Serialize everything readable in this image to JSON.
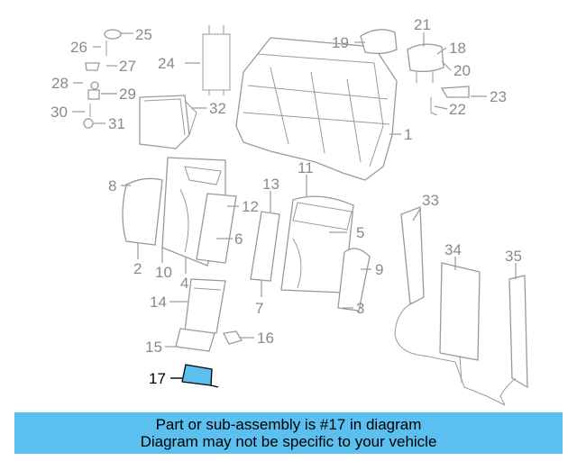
{
  "diagram": {
    "callouts": [
      {
        "id": "1",
        "label": "1"
      },
      {
        "id": "2",
        "label": "2"
      },
      {
        "id": "3",
        "label": "3"
      },
      {
        "id": "4",
        "label": "4"
      },
      {
        "id": "5",
        "label": "5"
      },
      {
        "id": "6",
        "label": "6"
      },
      {
        "id": "7",
        "label": "7"
      },
      {
        "id": "8",
        "label": "8"
      },
      {
        "id": "9",
        "label": "9"
      },
      {
        "id": "10",
        "label": "10"
      },
      {
        "id": "11",
        "label": "11"
      },
      {
        "id": "12",
        "label": "12"
      },
      {
        "id": "13",
        "label": "13"
      },
      {
        "id": "14",
        "label": "14"
      },
      {
        "id": "15",
        "label": "15"
      },
      {
        "id": "16",
        "label": "16"
      },
      {
        "id": "17",
        "label": "17"
      },
      {
        "id": "18",
        "label": "18"
      },
      {
        "id": "19",
        "label": "19"
      },
      {
        "id": "20",
        "label": "20"
      },
      {
        "id": "21",
        "label": "21"
      },
      {
        "id": "22",
        "label": "22"
      },
      {
        "id": "23",
        "label": "23"
      },
      {
        "id": "24",
        "label": "24"
      },
      {
        "id": "25",
        "label": "25"
      },
      {
        "id": "26",
        "label": "26"
      },
      {
        "id": "27",
        "label": "27"
      },
      {
        "id": "28",
        "label": "28"
      },
      {
        "id": "29",
        "label": "29"
      },
      {
        "id": "30",
        "label": "30"
      },
      {
        "id": "31",
        "label": "31"
      },
      {
        "id": "32",
        "label": "32"
      },
      {
        "id": "33",
        "label": "33"
      },
      {
        "id": "34",
        "label": "34"
      },
      {
        "id": "35",
        "label": "35"
      }
    ],
    "highlighted_part": "17",
    "highlight_color": "#5bc0f0"
  },
  "banner": {
    "line1": "Part or sub-assembly is #17 in diagram",
    "line2": "Diagram may not be specific to your vehicle",
    "background": "#5bc0f0"
  }
}
